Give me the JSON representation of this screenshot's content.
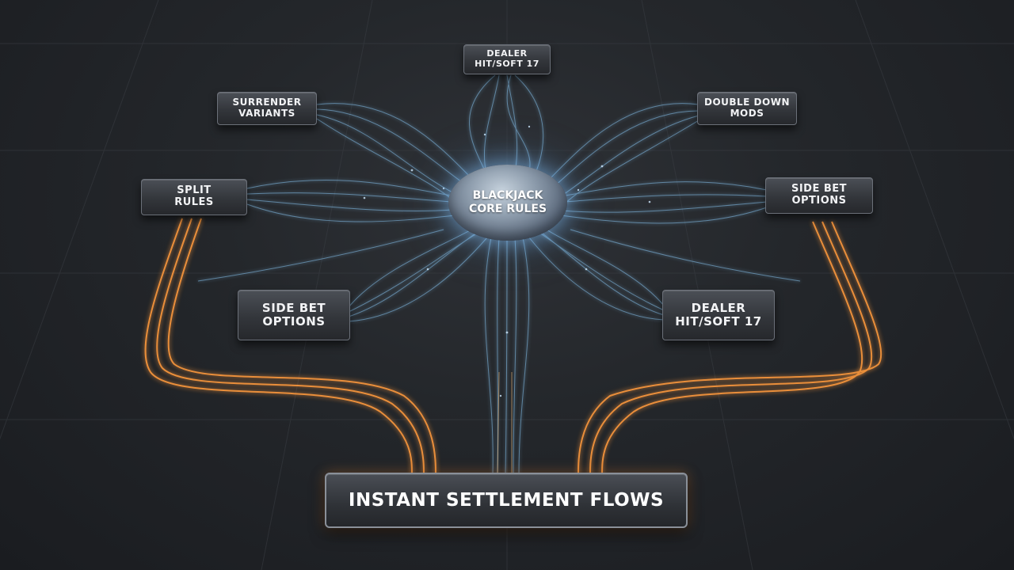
{
  "diagram": {
    "core": {
      "line1": "BLACKJACK",
      "line2": "CORE RULES"
    },
    "modules": {
      "dealer_top": {
        "line1": "DEALER",
        "line2": "HIT/SOFT 17"
      },
      "surrender": {
        "line1": "SURRENDER",
        "line2": "VARIANTS"
      },
      "double_down": {
        "line1": "DOUBLE DOWN",
        "line2": "MODS"
      },
      "split": {
        "line1": "SPLIT",
        "line2": "RULES"
      },
      "side_bet_right": {
        "line1": "SIDE BET",
        "line2": "OPTIONS"
      },
      "side_bet_left": {
        "line1": "SIDE BET",
        "line2": "OPTIONS"
      },
      "dealer_bottom": {
        "line1": "DEALER",
        "line2": "HIT/SOFT 17"
      }
    },
    "output": {
      "label": "INSTANT SETTLEMENT FLOWS"
    }
  },
  "colors": {
    "background": "#24272b",
    "grid": "#3a3e44",
    "flow_blue": "#8fd0ff",
    "flow_orange": "#ff9a3c"
  }
}
